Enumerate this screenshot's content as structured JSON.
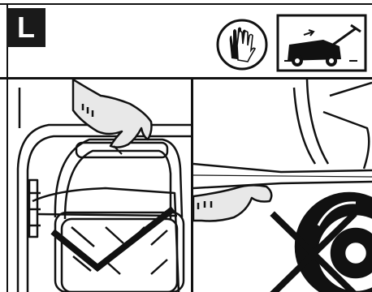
{
  "step": {
    "label": "L"
  },
  "icons": {
    "safety": "gloves-icon",
    "equipment": "lawn-mower-icon"
  },
  "panels": [
    {
      "name": "correct-grip",
      "status_mark": "check-mark"
    },
    {
      "name": "incorrect-grip",
      "status_mark": "cross-mark"
    }
  ],
  "colors": {
    "ink": "#111111",
    "badge": "#1a1a1a",
    "glove": "#e8e8e8",
    "paper": "#ffffff"
  }
}
